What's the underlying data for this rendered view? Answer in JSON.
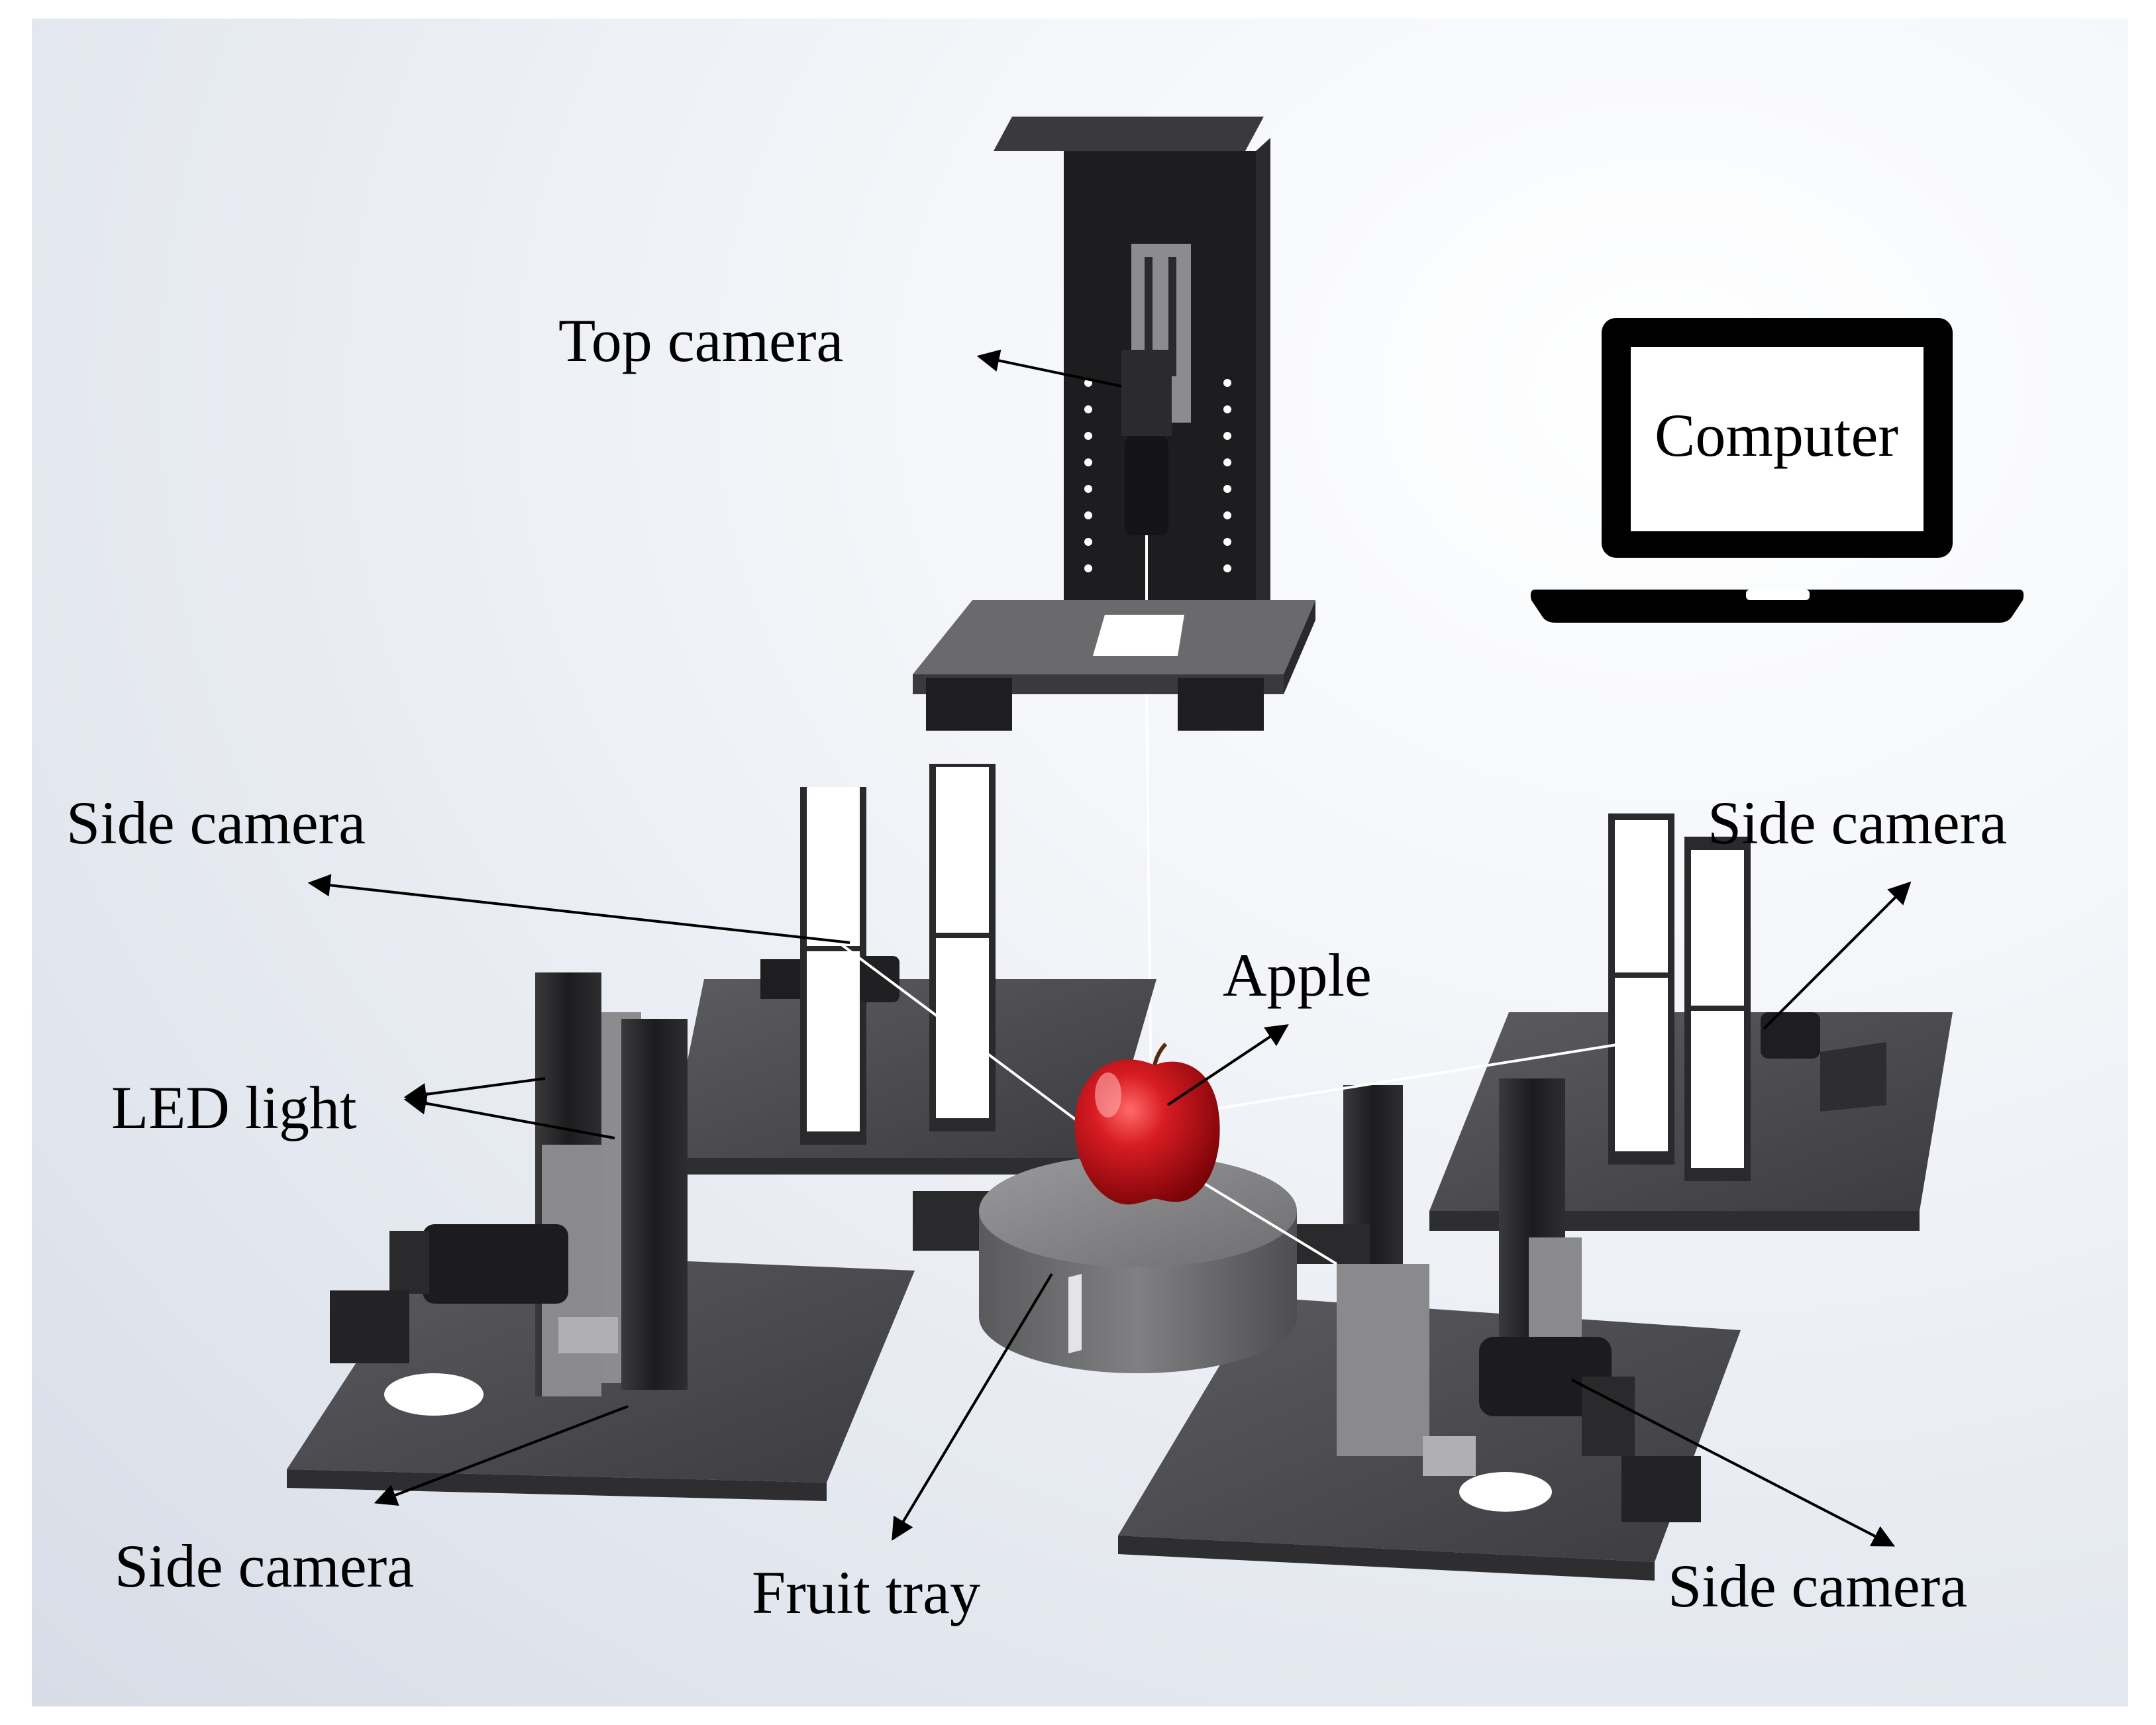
{
  "labels": {
    "top_camera": "Top camera",
    "computer": "Computer",
    "side_camera_upper_left": "Side camera",
    "side_camera_upper_right": "Side camera",
    "apple": "Apple",
    "led_light": "LED light",
    "side_camera_lower_left": "Side camera",
    "fruit_tray": "Fruit tray",
    "side_camera_lower_right": "Side camera"
  },
  "colors": {
    "apple": "#c8141a",
    "plate": "#4a4a4e",
    "bracket": "#1e1e20",
    "arrow": "#000000",
    "background": "#e8ebf1"
  }
}
